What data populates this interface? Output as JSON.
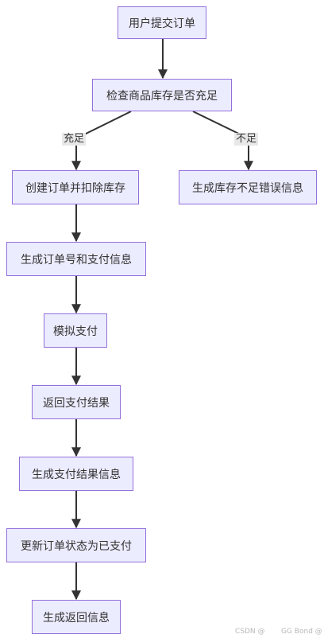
{
  "nodes": {
    "start": "用户提交订单",
    "check": "检查商品库存是否充足",
    "create": "创建订单并扣除库存",
    "error": "生成库存不足错误信息",
    "gen_no": "生成订单号和支付信息",
    "simulate": "模拟支付",
    "return_result": "返回支付结果",
    "gen_result": "生成支付结果信息",
    "update": "更新订单状态为已支付",
    "final": "生成返回信息"
  },
  "edge_labels": {
    "yes": "充足",
    "no": "不足"
  },
  "watermark": {
    "left": "CSDN @",
    "right": "GG Bond @"
  },
  "colors": {
    "node_fill": "#ECECFF",
    "node_border": "#9370DB",
    "edge": "#333333",
    "label_bg": "#e8e8e8"
  }
}
